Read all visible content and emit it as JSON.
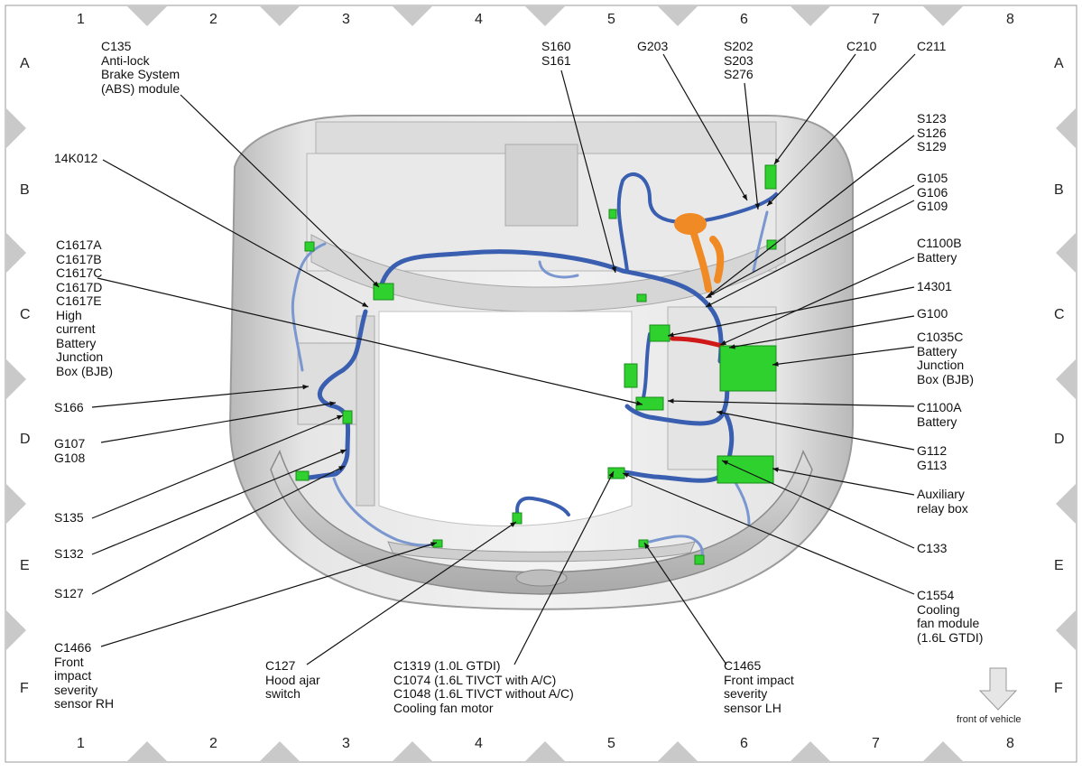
{
  "grid": {
    "columns": [
      "1",
      "2",
      "3",
      "4",
      "5",
      "6",
      "7",
      "8"
    ],
    "rows": [
      "A",
      "B",
      "C",
      "D",
      "E",
      "F"
    ]
  },
  "colors": {
    "harness": "#3a5fb0",
    "harness_light": "#8aa6da",
    "connector": "#2ed12e",
    "battery_cable": "#d01818",
    "ground_orange": "#f08a24",
    "body_gray": "#cfcfcf"
  },
  "labels": {
    "c135": "C135\nAnti-lock\nBrake System\n(ABS) module",
    "s160": "S160\nS161",
    "g203": "G203",
    "s202": "S202\nS203\nS276",
    "c210": "C210",
    "c211": "C211",
    "s123": "S123\nS126\nS129",
    "g105": "G105\nG106\nG109",
    "k14012": "14K012",
    "c1617": "C1617A\nC1617B\nC1617C\nC1617D\nC1617E\nHigh\ncurrent\nBattery\nJunction\nBox (BJB)",
    "c1100b": "C1100B\nBattery",
    "j14301": "14301",
    "g100": "G100",
    "c1035c": "C1035C\nBattery\nJunction\nBox (BJB)",
    "s166": "S166",
    "c1100a": "C1100A\nBattery",
    "g107": "G107\nG108",
    "g112": "G112\nG113",
    "aux": "Auxiliary\nrelay box",
    "s135": "S135",
    "c133": "C133",
    "s132": "S132",
    "s127": "S127",
    "c1554": "C1554\nCooling\nfan module\n(1.6L GTDI)",
    "c1466": "C1466\nFront\nimpact\nseverity\nsensor RH",
    "c127": "C127\nHood ajar\nswitch",
    "c1319": "C1319 (1.0L GTDI)\nC1074 (1.6L TIVCT with A/C)\nC1048 (1.6L TIVCT without A/C)\nCooling fan motor",
    "c1465": "C1465\nFront impact\nseverity\nsensor LH",
    "front": "front of vehicle"
  }
}
